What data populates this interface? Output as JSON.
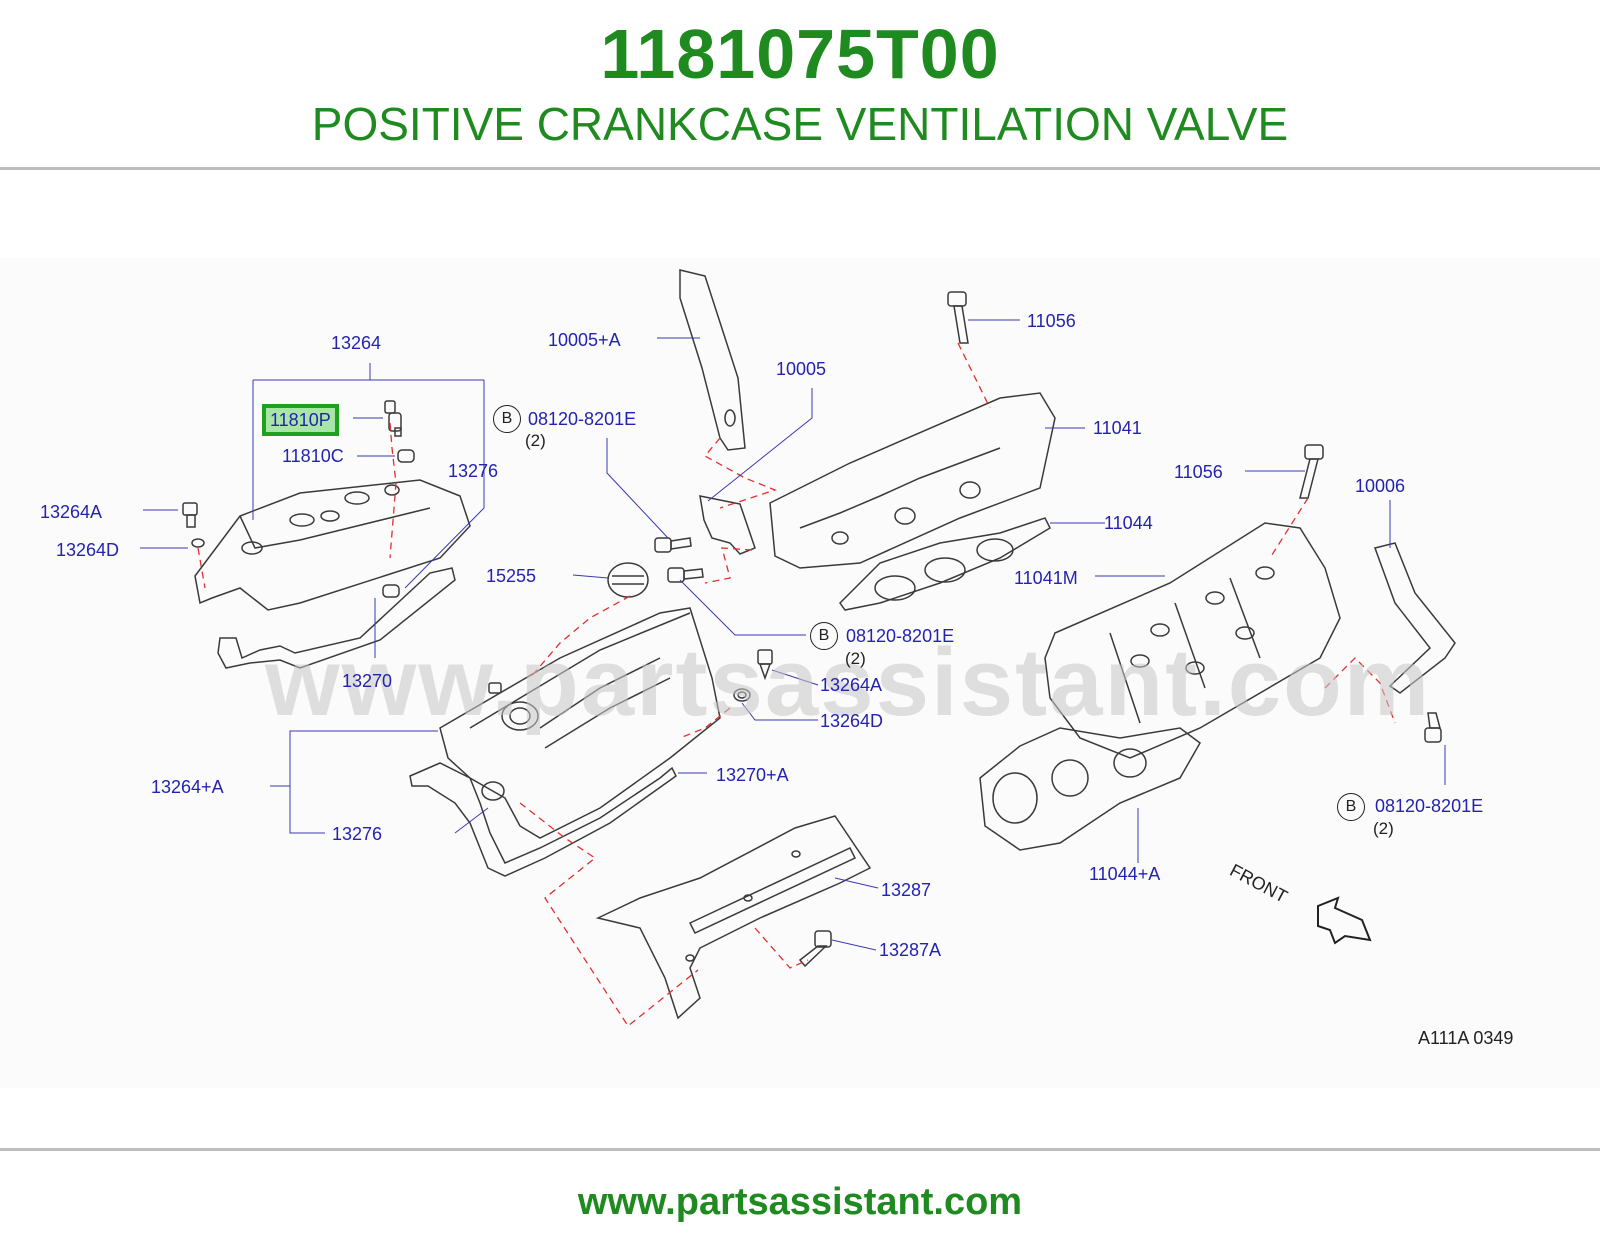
{
  "header": {
    "part_number": "1181075T00",
    "part_name": "POSITIVE CRANKCASE VENTILATION VALVE"
  },
  "footer": {
    "url": "www.partsassistant.com"
  },
  "diagram": {
    "watermark": "www.partsassistant.com",
    "highlighted_part": "11810P",
    "colors": {
      "title": "#1f8a1f",
      "labels": "#2323b0",
      "highlight": "#1fa01f",
      "leader_dashed": "#e03030"
    },
    "labels": {
      "p13264": "13264",
      "p11810p": "11810P",
      "p11810c": "11810C",
      "p13276_top": "13276",
      "p13264a_left": "13264A",
      "p13264d_left": "13264D",
      "p13270": "13270",
      "p10005a": "10005+A",
      "p10005": "10005",
      "p08120_top": "08120-8201E",
      "p15255": "15255",
      "p08120_mid": "08120-8201E",
      "p13264a_mid": "13264A",
      "p13264d_mid": "13264D",
      "p13264plusa": "13264+A",
      "p13276_bottom": "13276",
      "p13270plusa": "13270+A",
      "p13287": "13287",
      "p13287a": "13287A",
      "p11056_top": "11056",
      "p11041": "11041",
      "p11056_mid": "11056",
      "p11044": "11044",
      "p11041m": "11041M",
      "p10006": "10006",
      "p08120_right": "08120-8201E",
      "p11044plusa": "11044+A"
    },
    "bolt_marker": "B",
    "qty_note": "(2)",
    "front_label": "FRONT",
    "diagram_code": "A111A   0349"
  }
}
